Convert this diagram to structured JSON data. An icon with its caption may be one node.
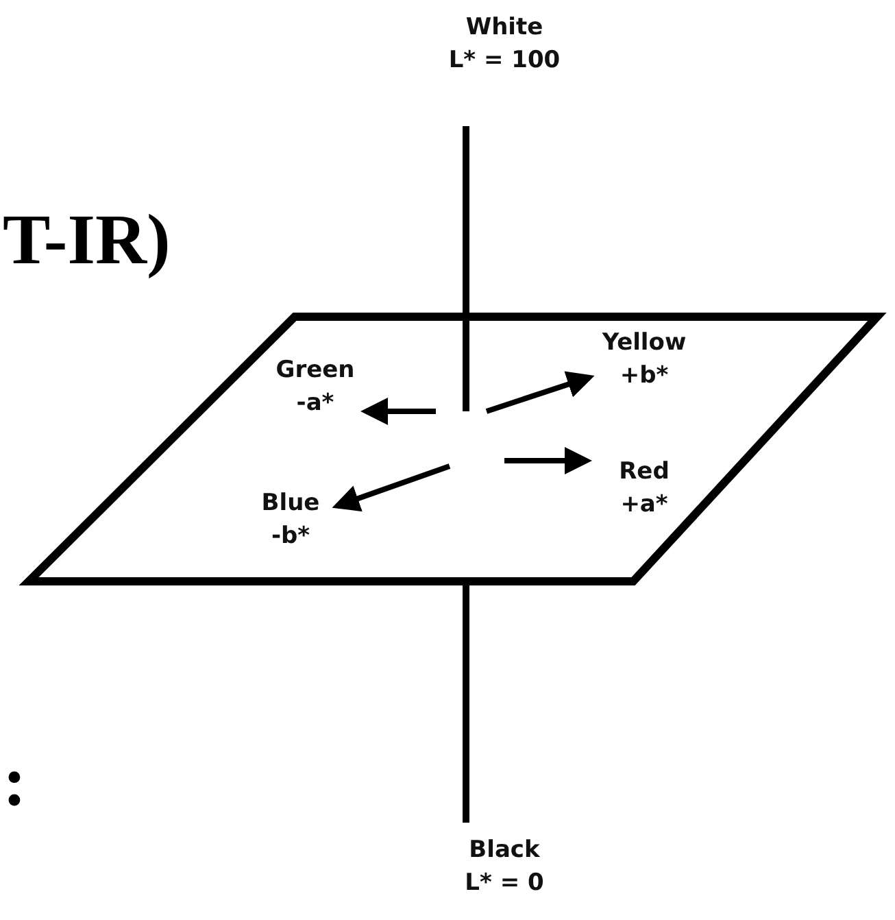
{
  "diagram": {
    "nodes": [
      {
        "text": [
          "White",
          "L* = 100"
        ]
      },
      {
        "text": [],
        "shape": "parallelogram"
      },
      {
        "text": [
          "Green",
          "-a*"
        ],
        "in": 1
      },
      {
        "text": [
          "Yellow",
          "+b*"
        ],
        "in": 1
      },
      {
        "text": [
          "Blue",
          "-b*"
        ],
        "in": 1
      },
      {
        "text": [
          "Red",
          "+a*"
        ],
        "in": 1
      },
      {
        "text": [
          "Black",
          "L* = 0"
        ]
      }
    ],
    "edges": [
      {
        "from": null,
        "to": 2,
        "arrow": "to"
      },
      {
        "from": null,
        "to": 3,
        "arrow": "to"
      },
      {
        "from": null,
        "to": 5,
        "arrow": "to"
      },
      {
        "from": null,
        "to": 4,
        "arrow": "to"
      }
    ],
    "labels": [
      "T-IR)",
      ":"
    ]
  }
}
